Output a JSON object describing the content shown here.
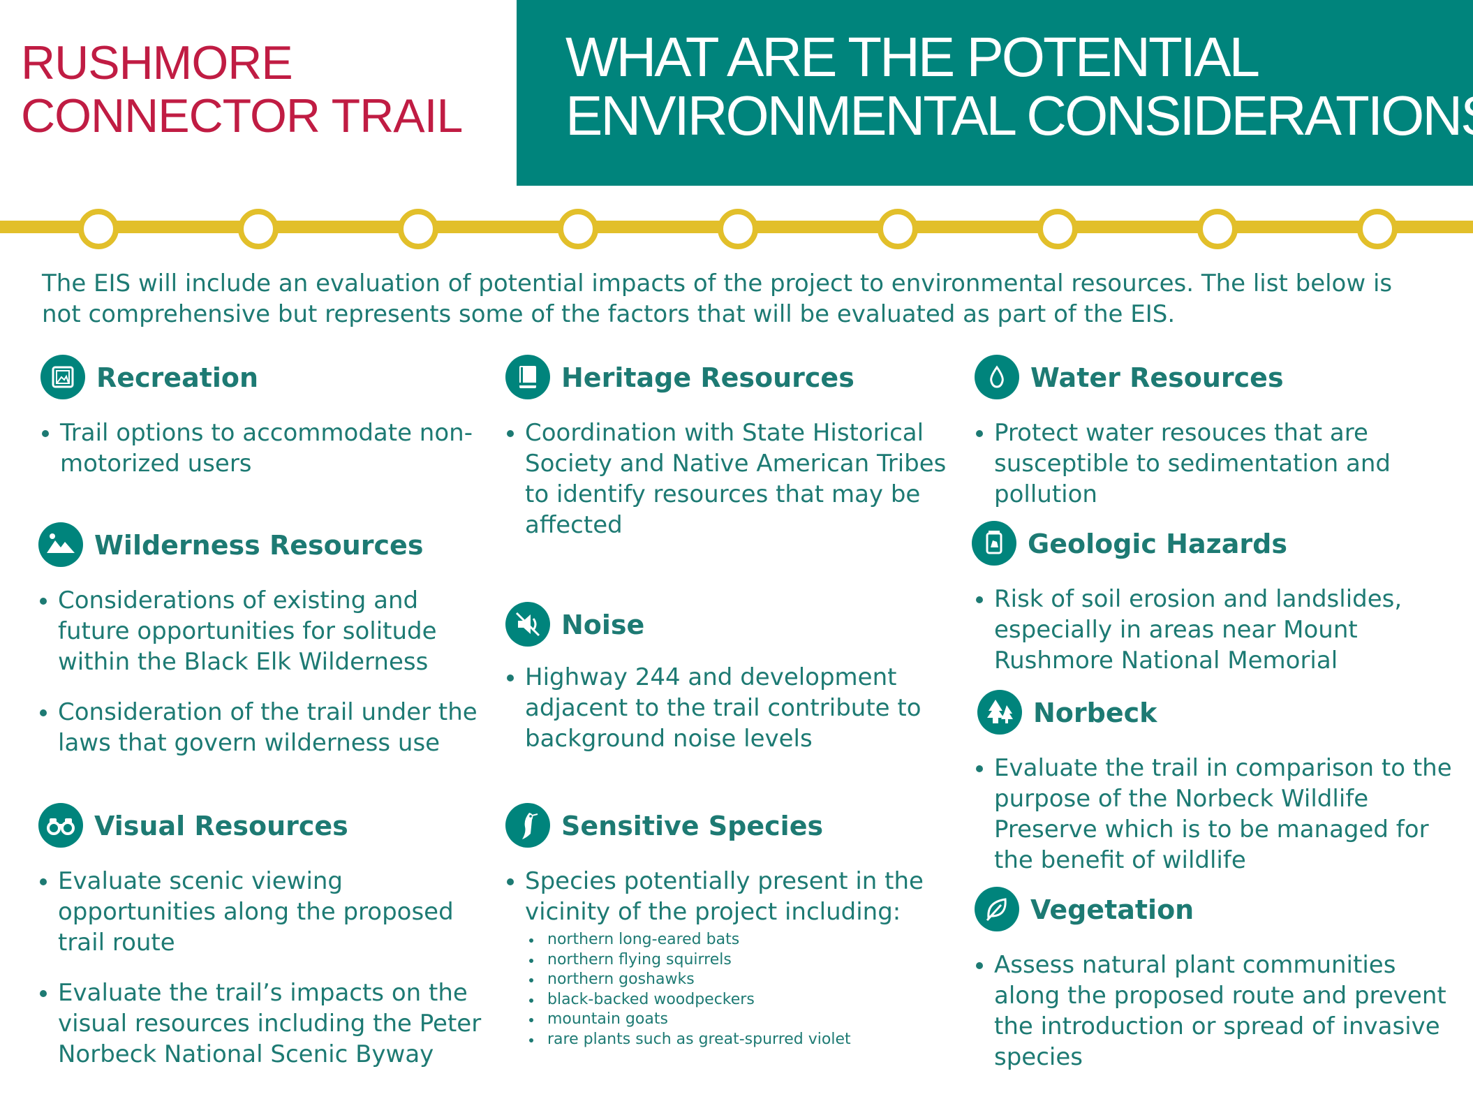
{
  "header": {
    "brand_line1": "RUSHMORE",
    "brand_line2": "CONNECTOR TRAIL",
    "headline_line1": "WHAT ARE THE POTENTIAL",
    "headline_line2": "ENVIRONMENTAL CONSIDERATIONS?"
  },
  "intro": "The EIS will include an evaluation of potential impacts of the project to environmental resources. The list below is not comprehensive but represents some of the factors that will be evaluated as part of the EIS.",
  "colors": {
    "teal": "#00847c",
    "text": "#1d7a73",
    "brand": "#c01c43",
    "trail": "#e2bf2a"
  },
  "sections": {
    "recreation": {
      "icon": "picture-frame-icon",
      "title": "Recreation",
      "bullets": [
        "Trail options to accommodate non-motorized users"
      ]
    },
    "wilderness": {
      "icon": "mountains-icon",
      "title": "Wilderness Resources",
      "bullets": [
        "Considerations of existing and future opportunities for solitude within the Black Elk Wilderness",
        "Consideration of the trail under the laws that govern wilderness use"
      ]
    },
    "visual": {
      "icon": "binoculars-icon",
      "title": "Visual Resources",
      "bullets": [
        "Evaluate scenic viewing opportunities along the proposed trail route",
        "Evaluate the trail’s impacts on the visual resources including the Peter Norbeck National Scenic Byway"
      ]
    },
    "heritage": {
      "icon": "book-icon",
      "title": "Heritage Resources",
      "bullets": [
        "Coordination with State Historical Society and Native American Tribes to identify resources that may be affected"
      ]
    },
    "noise": {
      "icon": "muted-speaker-icon",
      "title": "Noise",
      "bullets": [
        "Highway 244 and development adjacent to the trail contribute to background noise levels"
      ]
    },
    "species": {
      "icon": "bird-icon",
      "title": "Sensitive Species",
      "bullets": [
        "Species potentially present in the vicinity of the project including:"
      ],
      "sub_items": [
        "northern long-eared bats",
        "northern flying squirrels",
        "northern goshawks",
        "black-backed woodpeckers",
        "mountain goats",
        "rare plants such as great-spurred violet"
      ]
    },
    "water": {
      "icon": "water-drop-icon",
      "title": "Water Resources",
      "bullets": [
        "Protect water resouces that are susceptible to sedimentation and pollution"
      ]
    },
    "geologic": {
      "icon": "rock-jar-icon",
      "title": "Geologic Hazards",
      "bullets": [
        "Risk of soil erosion and landslides, especially in areas near Mount Rushmore National Memorial"
      ]
    },
    "norbeck": {
      "icon": "pine-trees-icon",
      "title": "Norbeck",
      "bullets": [
        "Evaluate the trail in comparison to the purpose of the Norbeck Wildlife Preserve which is to be managed for the benefit of wildlife"
      ]
    },
    "vegetation": {
      "icon": "leaf-icon",
      "title": "Vegetation",
      "bullets": [
        "Assess natural plant communities along the proposed route and prevent the introduction or spread of invasive species"
      ]
    }
  }
}
